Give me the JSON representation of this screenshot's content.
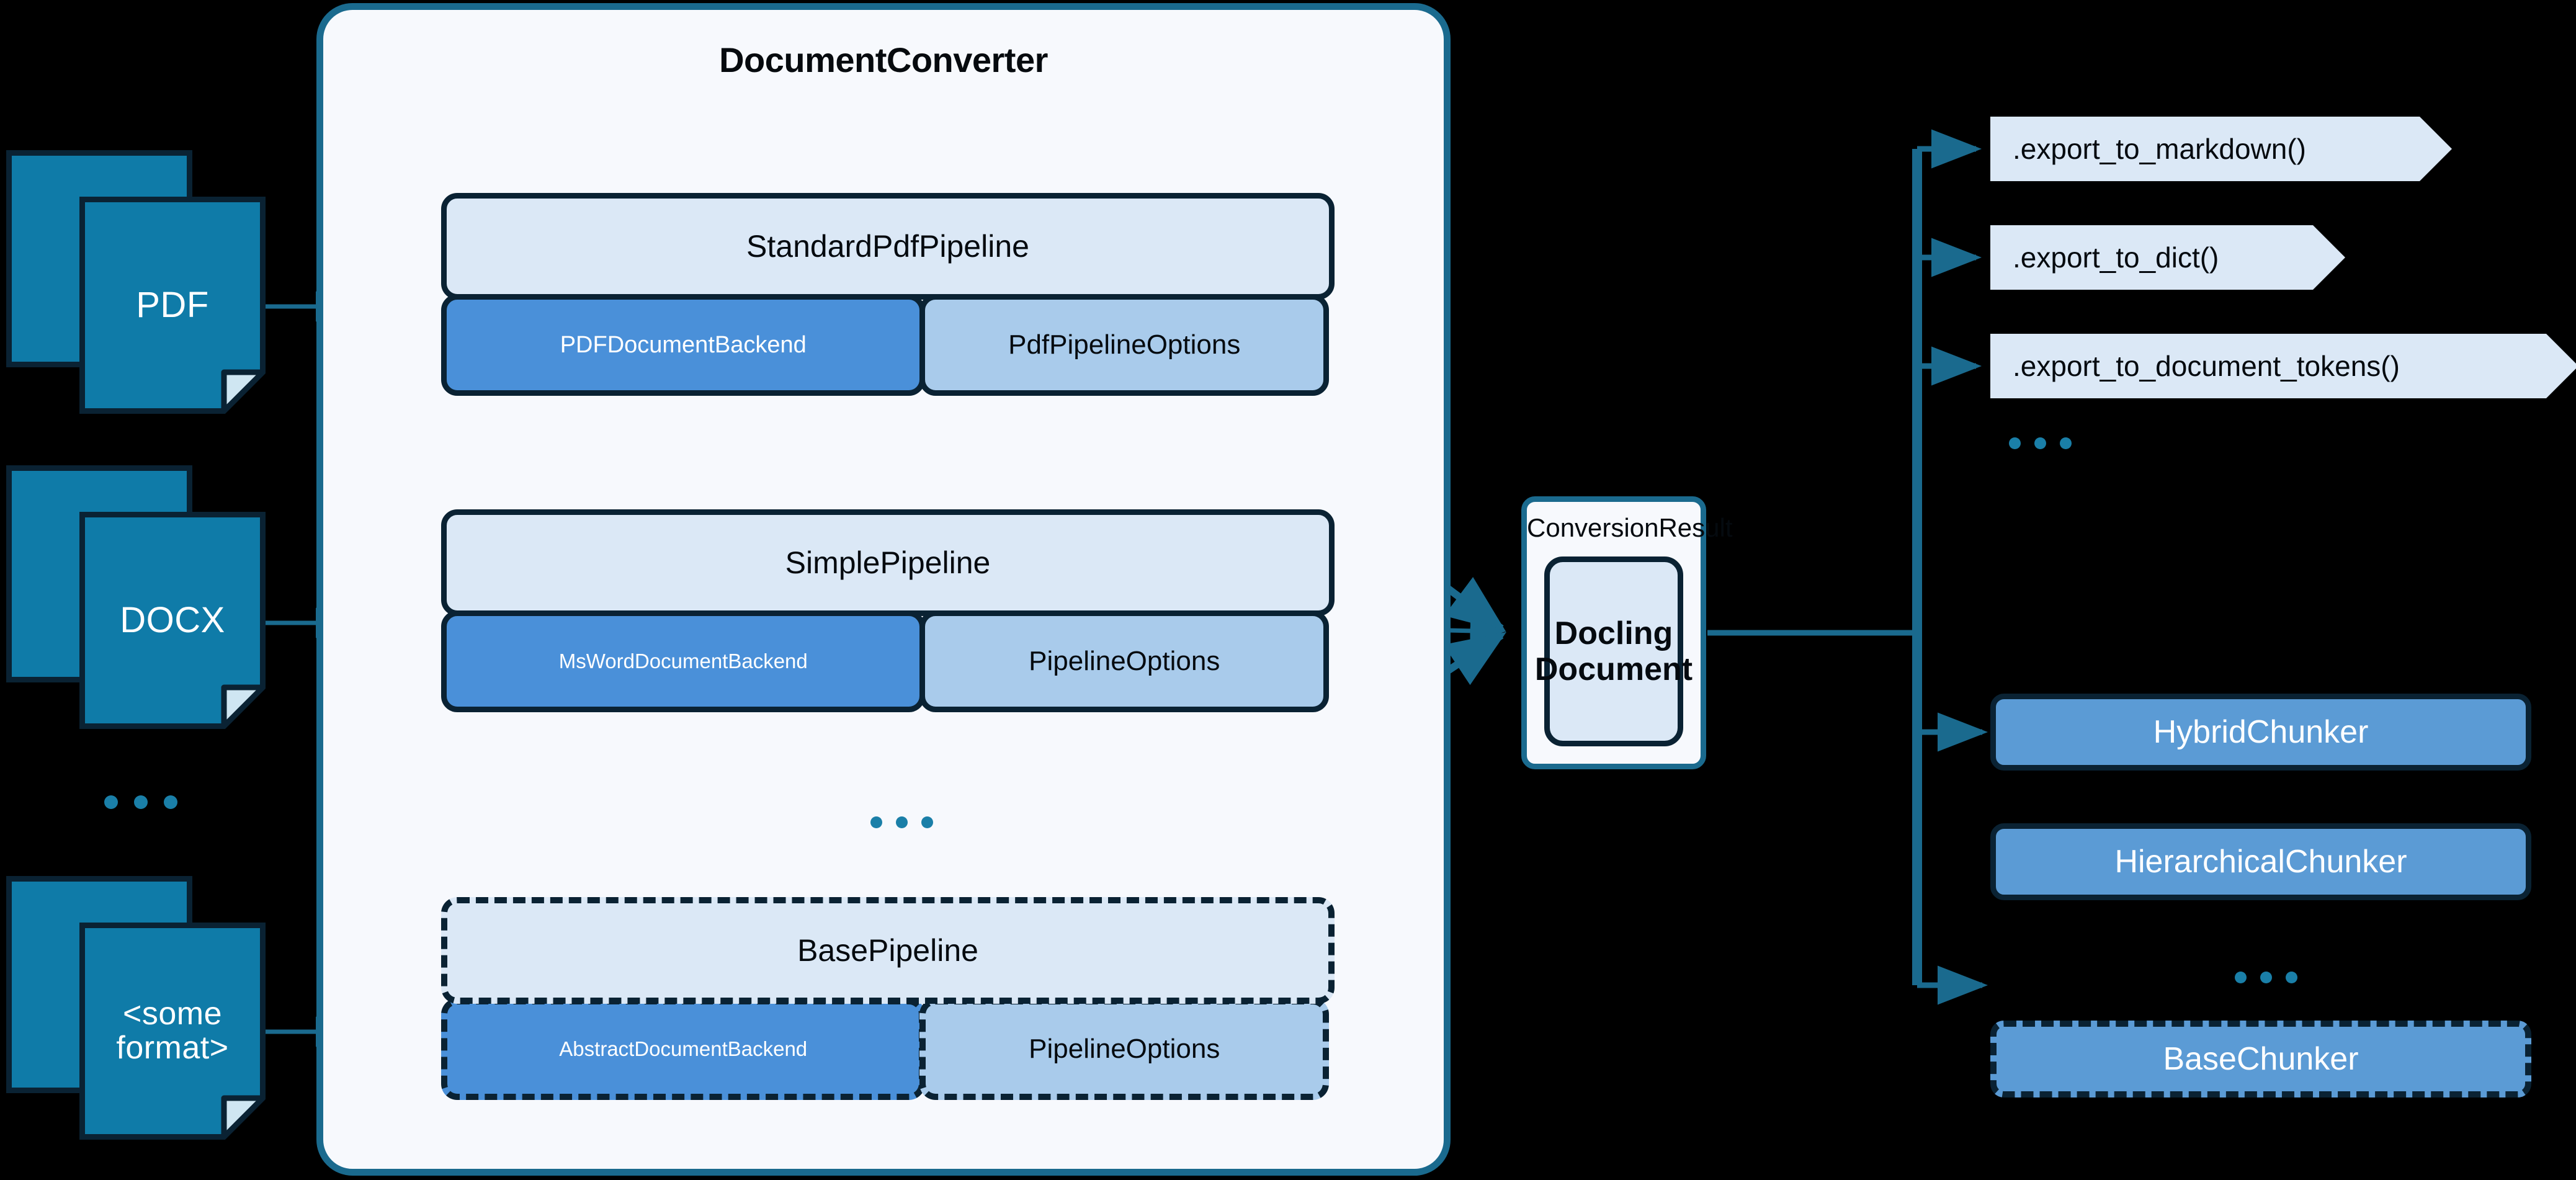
{
  "inputs": [
    {
      "label": "PDF",
      "icon": "document-stack-icon"
    },
    {
      "label": "DOCX",
      "icon": "document-stack-icon"
    },
    {
      "label": "<some\nformat>",
      "icon": "document-stack-icon"
    }
  ],
  "inputs_ellipsis": "...",
  "converter": {
    "title": "DocumentConverter",
    "ellipsis": "...",
    "pipelines": [
      {
        "name": "StandardPdfPipeline",
        "backend": "PDFDocumentBackend",
        "options": "PdfPipelineOptions",
        "abstract": false
      },
      {
        "name": "SimplePipeline",
        "backend": "MsWordDocumentBackend",
        "options": "PipelineOptions",
        "abstract": false
      },
      {
        "name": "BasePipeline",
        "backend": "AbstractDocumentBackend",
        "options": "PipelineOptions",
        "abstract": true
      }
    ]
  },
  "result": {
    "label": "ConversionResult",
    "document": "Docling\nDocument"
  },
  "exports": [
    {
      "label": ".export_to_markdown()"
    },
    {
      "label": ".export_to_dict()"
    },
    {
      "label": ".export_to_document_tokens()"
    }
  ],
  "exports_ellipsis": "...",
  "chunkers": [
    {
      "label": "HybridChunker",
      "abstract": false
    },
    {
      "label": "HierarchicalChunker",
      "abstract": false
    },
    {
      "label": "BaseChunker",
      "abstract": true
    }
  ],
  "chunkers_ellipsis": "...",
  "colors": {
    "background": "#000000",
    "panel_fill": "#f7f9fd",
    "panel_border": "#1a6a8e",
    "pipeline_header_fill": "#dbe8f6",
    "backend_fill": "#4a90d9",
    "options_fill": "#a9cbeb",
    "chunker_fill": "#5b9bd5",
    "export_fill": "#dbe8f6",
    "doc_icon_fill": "#0f7ba8",
    "dark_outline": "#0a2233",
    "connector": "#1a6a8e",
    "dot": "#1a7fa8"
  }
}
